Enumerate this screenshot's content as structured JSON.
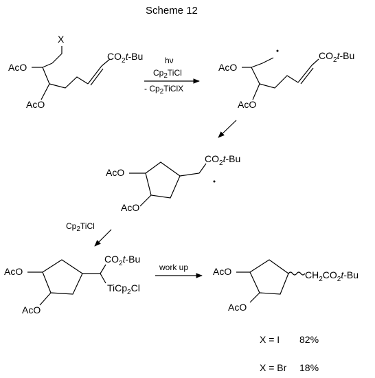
{
  "title": "Scheme 12",
  "step1": {
    "reagent_top": "hν",
    "reagent_mid_a": "Cp",
    "reagent_mid_sub": "2",
    "reagent_mid_b": "TiCl",
    "reagent_bot_a": "- Cp",
    "reagent_bot_sub": "2",
    "reagent_bot_b": "TiClX"
  },
  "step3": {
    "reagent_a": "Cp",
    "reagent_sub": "2",
    "reagent_b": "TiCl"
  },
  "step4": {
    "reagent": "work up"
  },
  "labels": {
    "x": "X",
    "aco": "AcO",
    "co2": "CO",
    "co2_sub": "2",
    "tbu_t": "t",
    "tbu_rest": "-Bu",
    "ticp_a": "TiCp",
    "ticp_sub": "2",
    "ticp_b": "Cl",
    "ch2_a": "CH",
    "ch2_sub": "2",
    "ch2_b": "CO",
    "ch2_sub2": "2"
  },
  "results": [
    {
      "condition": "X = I",
      "yield": "82%"
    },
    {
      "condition": "X = Br",
      "yield": "18%"
    }
  ]
}
